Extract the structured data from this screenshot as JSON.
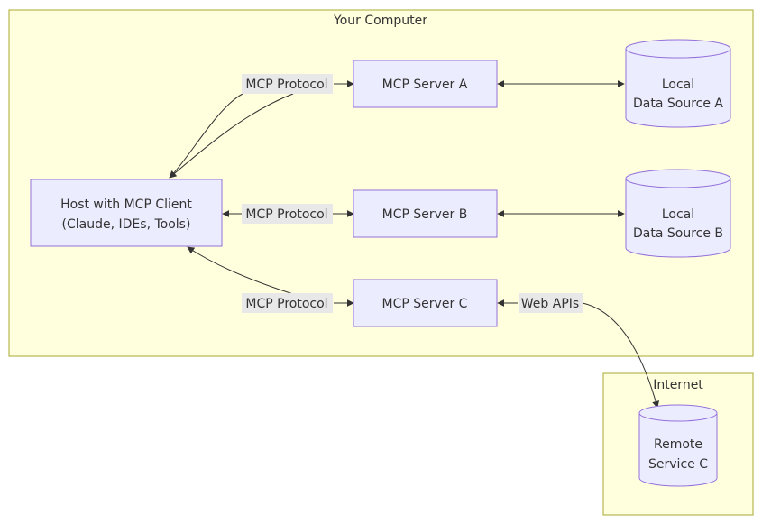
{
  "clusters": {
    "computer": "Your Computer",
    "internet": "Internet"
  },
  "nodes": {
    "host": [
      "Host with MCP Client",
      "(Claude, IDEs, Tools)"
    ],
    "server_a": "MCP Server A",
    "server_b": "MCP Server B",
    "server_c": "MCP Server C",
    "source_a": [
      "Local",
      "Data Source A"
    ],
    "source_b": [
      "Local",
      "Data Source B"
    ],
    "remote_c": [
      "Remote",
      "Service C"
    ]
  },
  "edges": {
    "protocol_a": "MCP Protocol",
    "protocol_b": "MCP Protocol",
    "protocol_c": "MCP Protocol",
    "web_apis": "Web APIs"
  },
  "colors": {
    "cluster_fill": "#ffffde",
    "cluster_stroke": "#aaaa33",
    "node_fill": "#ececff",
    "node_stroke": "#9370db",
    "edge": "#333333"
  }
}
